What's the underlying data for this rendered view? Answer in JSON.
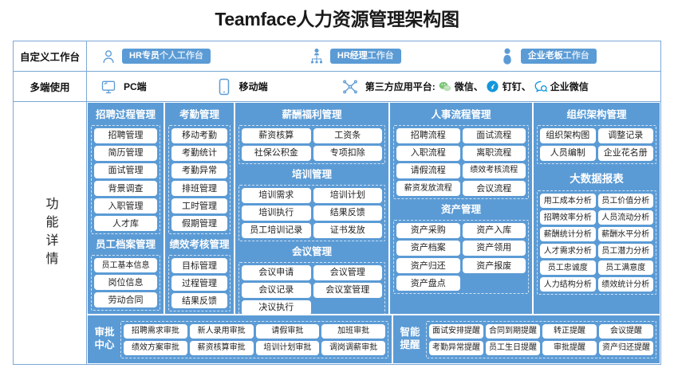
{
  "title": "Teamface人力资源管理架构图",
  "header": {
    "workbench_row": {
      "label": "自定义工作台",
      "items": [
        {
          "icon": "user-outline-icon",
          "chip_bold": "HR专员",
          "chip_light": "个人工作台"
        },
        {
          "icon": "org-tree-icon",
          "chip_bold": "HR经理",
          "chip_light": "工作台"
        },
        {
          "icon": "user-filled-icon",
          "chip_bold": "企业老板",
          "chip_light": "工作台"
        }
      ]
    },
    "device_row": {
      "label": "多端使用",
      "items": [
        {
          "icon": "monitor-icon",
          "label": "PC端"
        },
        {
          "icon": "mobile-icon",
          "label": "移动端"
        }
      ],
      "third_party": {
        "icon": "network-icon",
        "label": "第三方应用平台:",
        "apps": [
          {
            "icon": "wechat-icon",
            "name": "微信、"
          },
          {
            "icon": "dingtalk-icon",
            "name": "钉钉、"
          },
          {
            "icon": "wecom-icon",
            "name": "企业微信"
          }
        ]
      }
    }
  },
  "side_label": "功能详情",
  "columns": {
    "col_a": [
      {
        "title": "招聘过程管理",
        "layout": "g1",
        "items": [
          "招聘管理",
          "简历管理",
          "面试管理",
          "背景调查",
          "入职管理",
          "人才库"
        ]
      },
      {
        "title": "员工档案管理",
        "layout": "g1",
        "items": [
          "员工基本信息",
          "岗位信息",
          "劳动合同"
        ]
      }
    ],
    "col_b": [
      {
        "title": "考勤管理",
        "layout": "g1",
        "items": [
          "移动考勤",
          "考勤统计",
          "考勤异常",
          "排班管理",
          "工时管理",
          "假期管理"
        ]
      },
      {
        "title": "绩效考核管理",
        "layout": "g1",
        "items": [
          "目标管理",
          "过程管理",
          "结果反馈"
        ]
      }
    ],
    "col_c": [
      {
        "title": "薪酬福利管理",
        "layout": "g2",
        "items": [
          "薪资核算",
          "工资条",
          "社保公积金",
          "专项扣除"
        ]
      },
      {
        "title": "培训管理",
        "layout": "g2",
        "items": [
          "培训需求",
          "培训计划",
          "培训执行",
          "结果反馈",
          "员工培训记录",
          "证书发放"
        ]
      },
      {
        "title": "会议管理",
        "layout": "g2",
        "items": [
          "会议申请",
          "会议管理",
          "会议记录",
          "会议室管理",
          "决议执行",
          ""
        ]
      }
    ],
    "col_d": [
      {
        "title": "人事流程管理",
        "layout": "g2",
        "items": [
          "招聘流程",
          "面试流程",
          "入职流程",
          "离职流程",
          "请假流程",
          "绩效考核流程",
          "薪资发放流程",
          "会议流程"
        ]
      },
      {
        "title": "资产管理",
        "layout": "g2",
        "items": [
          "资产采购",
          "资产入库",
          "资产档案",
          "资产领用",
          "资产归还",
          "资产报废",
          "资产盘点",
          ""
        ]
      }
    ],
    "col_e": [
      {
        "title": "组织架构管理",
        "layout": "g2",
        "items": [
          "组织架构图",
          "调整记录",
          "人员编制",
          "企业花名册"
        ]
      },
      {
        "title": "大数据报表",
        "layout": "g2",
        "items": [
          "用工成本分析",
          "员工价值分析",
          "招聘效率分析",
          "人员流动分析",
          "薪酬统计分析",
          "薪酬水平分析",
          "人才需求分析",
          "员工潜力分析",
          "员工忠诚度",
          "员工满意度",
          "人力结构分析",
          "绩效统计分析"
        ]
      }
    ]
  },
  "bottom": {
    "approval": {
      "label": "审批中心",
      "items": [
        "招聘需求审批",
        "新人录用审批",
        "请假审批",
        "加班审批",
        "绩效方案审批",
        "薪资核算审批",
        "培训计划审批",
        "调岗调薪审批"
      ]
    },
    "remind": {
      "label": "智能提醒",
      "items": [
        "面试安排提醒",
        "合同到期提醒",
        "转正提醒",
        "会议提醒",
        "考勤异常提醒",
        "员工生日提醒",
        "审批提醒",
        "资产归还提醒"
      ]
    }
  },
  "colors": {
    "primary": "#5b9bd5",
    "border": "#7ba7d7",
    "dashed": "#cfe2f5",
    "cell_bg": "#ffffff",
    "title_text": "#1a1a1a"
  }
}
